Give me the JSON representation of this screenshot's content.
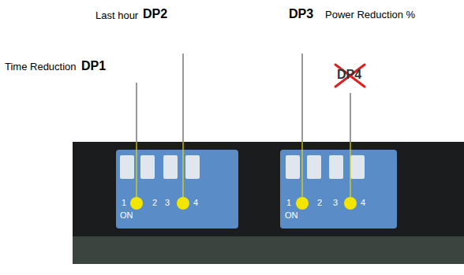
{
  "diagram": {
    "labels": [
      "Last hour",
      "DP2",
      "DP3",
      "Power Reduction %",
      "Time Reduction",
      "DP1",
      "DP4",
      "1",
      "2",
      "3",
      "4",
      "ON",
      "1",
      "2",
      "3",
      "4",
      "ON"
    ]
  }
}
